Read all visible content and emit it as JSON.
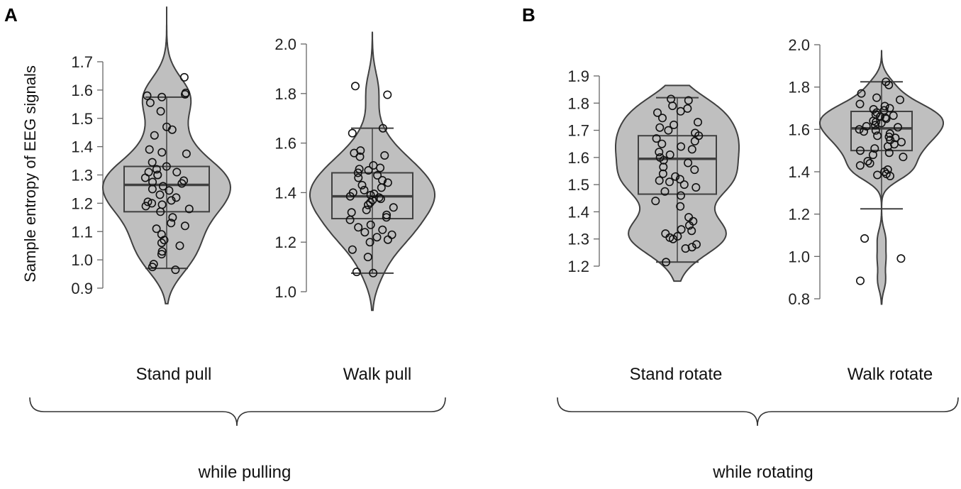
{
  "panels": [
    {
      "label": "A",
      "group_label": "while pulling"
    },
    {
      "label": "B",
      "group_label": "while rotating"
    }
  ],
  "ylabel": "Sample entropy of EEG signals",
  "chart_data": [
    {
      "type": "violin",
      "category": "Stand pull",
      "ylabel": "Sample entropy of EEG signals",
      "ylim": [
        0.9,
        1.7
      ],
      "ticks": [
        0.9,
        1.0,
        1.1,
        1.2,
        1.3,
        1.4,
        1.5,
        1.6,
        1.7
      ],
      "tick_labels": [
        "0.9",
        "1.0",
        "1.1",
        "1.2",
        "1.3",
        "1.4",
        "1.5",
        "1.6",
        "1.7"
      ],
      "box": {
        "whisker_low": 0.97,
        "q1": 1.17,
        "median": 1.265,
        "q3": 1.33,
        "whisker_high": 1.575
      },
      "points": [
        1.645,
        1.59,
        1.58,
        1.575,
        1.585,
        1.555,
        1.525,
        1.47,
        1.46,
        1.44,
        1.39,
        1.375,
        1.38,
        1.345,
        1.33,
        1.32,
        1.31,
        1.31,
        1.3,
        1.3,
        1.29,
        1.28,
        1.275,
        1.27,
        1.26,
        1.25,
        1.245,
        1.23,
        1.22,
        1.21,
        1.205,
        1.2,
        1.195,
        1.19,
        1.18,
        1.17,
        1.15,
        1.13,
        1.12,
        1.11,
        1.09,
        1.07,
        1.06,
        1.05,
        1.03,
        1.02,
        0.985,
        0.975,
        0.965
      ]
    },
    {
      "type": "violin",
      "category": "Walk pull",
      "ylim": [
        1.0,
        2.0
      ],
      "ticks": [
        1.0,
        1.2,
        1.4,
        1.6,
        1.8,
        2.0
      ],
      "tick_labels": [
        "1.0",
        "1.2",
        "1.4",
        "1.6",
        "1.8",
        "2.0"
      ],
      "box": {
        "whisker_low": 1.075,
        "q1": 1.295,
        "median": 1.385,
        "q3": 1.48,
        "whisker_high": 1.66
      },
      "points": [
        1.83,
        1.795,
        1.66,
        1.64,
        1.57,
        1.56,
        1.55,
        1.545,
        1.51,
        1.5,
        1.495,
        1.49,
        1.48,
        1.47,
        1.46,
        1.45,
        1.44,
        1.43,
        1.42,
        1.41,
        1.4,
        1.395,
        1.39,
        1.385,
        1.38,
        1.375,
        1.37,
        1.36,
        1.35,
        1.34,
        1.33,
        1.32,
        1.31,
        1.3,
        1.29,
        1.27,
        1.26,
        1.25,
        1.24,
        1.23,
        1.22,
        1.21,
        1.2,
        1.17,
        1.14,
        1.08,
        1.075
      ]
    },
    {
      "type": "violin",
      "category": "Stand rotate",
      "ylim": [
        1.2,
        1.9
      ],
      "ticks": [
        1.2,
        1.3,
        1.4,
        1.5,
        1.6,
        1.7,
        1.8,
        1.9
      ],
      "tick_labels": [
        "1.2",
        "1.3",
        "1.4",
        "1.5",
        "1.6",
        "1.7",
        "1.8",
        "1.9"
      ],
      "box": {
        "whisker_low": 1.215,
        "q1": 1.465,
        "median": 1.595,
        "q3": 1.68,
        "whisker_high": 1.82
      },
      "points": [
        1.815,
        1.81,
        1.79,
        1.78,
        1.77,
        1.765,
        1.745,
        1.73,
        1.72,
        1.71,
        1.7,
        1.69,
        1.68,
        1.67,
        1.66,
        1.65,
        1.64,
        1.63,
        1.62,
        1.61,
        1.6,
        1.59,
        1.58,
        1.565,
        1.555,
        1.54,
        1.53,
        1.52,
        1.515,
        1.51,
        1.5,
        1.49,
        1.475,
        1.46,
        1.44,
        1.42,
        1.38,
        1.365,
        1.35,
        1.335,
        1.33,
        1.32,
        1.31,
        1.305,
        1.3,
        1.28,
        1.27,
        1.265,
        1.215
      ]
    },
    {
      "type": "violin",
      "category": "Walk rotate",
      "ylim": [
        0.8,
        2.0
      ],
      "ticks": [
        0.8,
        1.0,
        1.2,
        1.4,
        1.6,
        1.8,
        2.0
      ],
      "tick_labels": [
        "0.8",
        "1.0",
        "1.2",
        "1.4",
        "1.6",
        "1.8",
        "2.0"
      ],
      "box": {
        "whisker_low": 1.225,
        "q1": 1.5,
        "median": 1.605,
        "q3": 1.685,
        "whisker_high": 1.825
      },
      "points": [
        1.825,
        1.81,
        1.77,
        1.75,
        1.74,
        1.72,
        1.71,
        1.7,
        1.695,
        1.69,
        1.68,
        1.67,
        1.665,
        1.66,
        1.655,
        1.65,
        1.64,
        1.635,
        1.63,
        1.62,
        1.615,
        1.61,
        1.6,
        1.595,
        1.59,
        1.58,
        1.57,
        1.565,
        1.56,
        1.55,
        1.54,
        1.53,
        1.52,
        1.51,
        1.5,
        1.49,
        1.48,
        1.47,
        1.45,
        1.44,
        1.43,
        1.41,
        1.4,
        1.39,
        1.385,
        1.38,
        1.085,
        0.99,
        0.885
      ]
    }
  ]
}
